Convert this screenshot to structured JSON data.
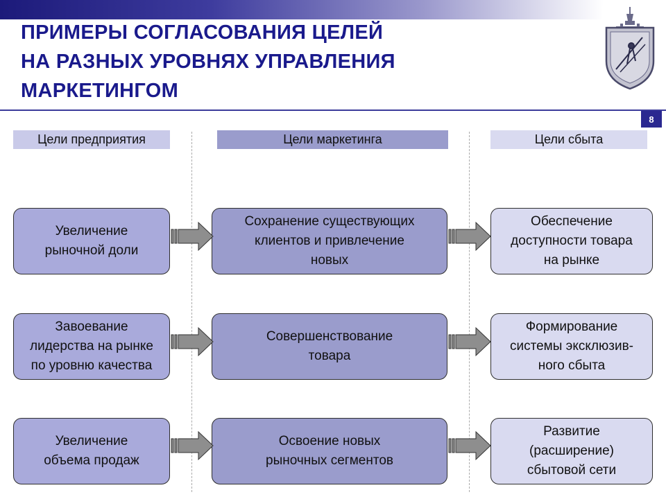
{
  "title": {
    "line1": "ПРИМЕРЫ СОГЛАСОВАНИЯ ЦЕЛЕЙ",
    "line2": "НА РАЗНЫХ УРОВНЯХ УПРАВЛЕНИЯ",
    "line3": "МАРКЕТИНГОМ"
  },
  "page_number": "8",
  "columns": [
    {
      "header": "Цели предприятия",
      "color": "#c9cae9"
    },
    {
      "header": "Цели маркетинга",
      "color": "#9a9ccc"
    },
    {
      "header": "Цели сбыта",
      "color": "#d9daf0"
    }
  ],
  "rows": [
    {
      "enterprise": "Увеличение\nрыночной доли",
      "marketing": "Сохранение существующих\nклиентов и привлечение\nновых",
      "sales": "Обеспечение\nдоступности товара\nна рынке"
    },
    {
      "enterprise": "Завоевание\nлидерства на рынке\nпо уровню качества",
      "marketing": "Совершенствование\nтовара",
      "sales": "Формирование\nсистемы эксклюзив-\nного сбыта"
    },
    {
      "enterprise": "Увеличение\nобъема продаж",
      "marketing": "Освоение новых\nрыночных сегментов",
      "sales": "Развитие\n(расширение)\nсбытовой сети"
    }
  ],
  "colors": {
    "title": "#1a1a8c",
    "top_bar_dark": "#1c1a7a",
    "arrow": "#8e8e8e"
  }
}
